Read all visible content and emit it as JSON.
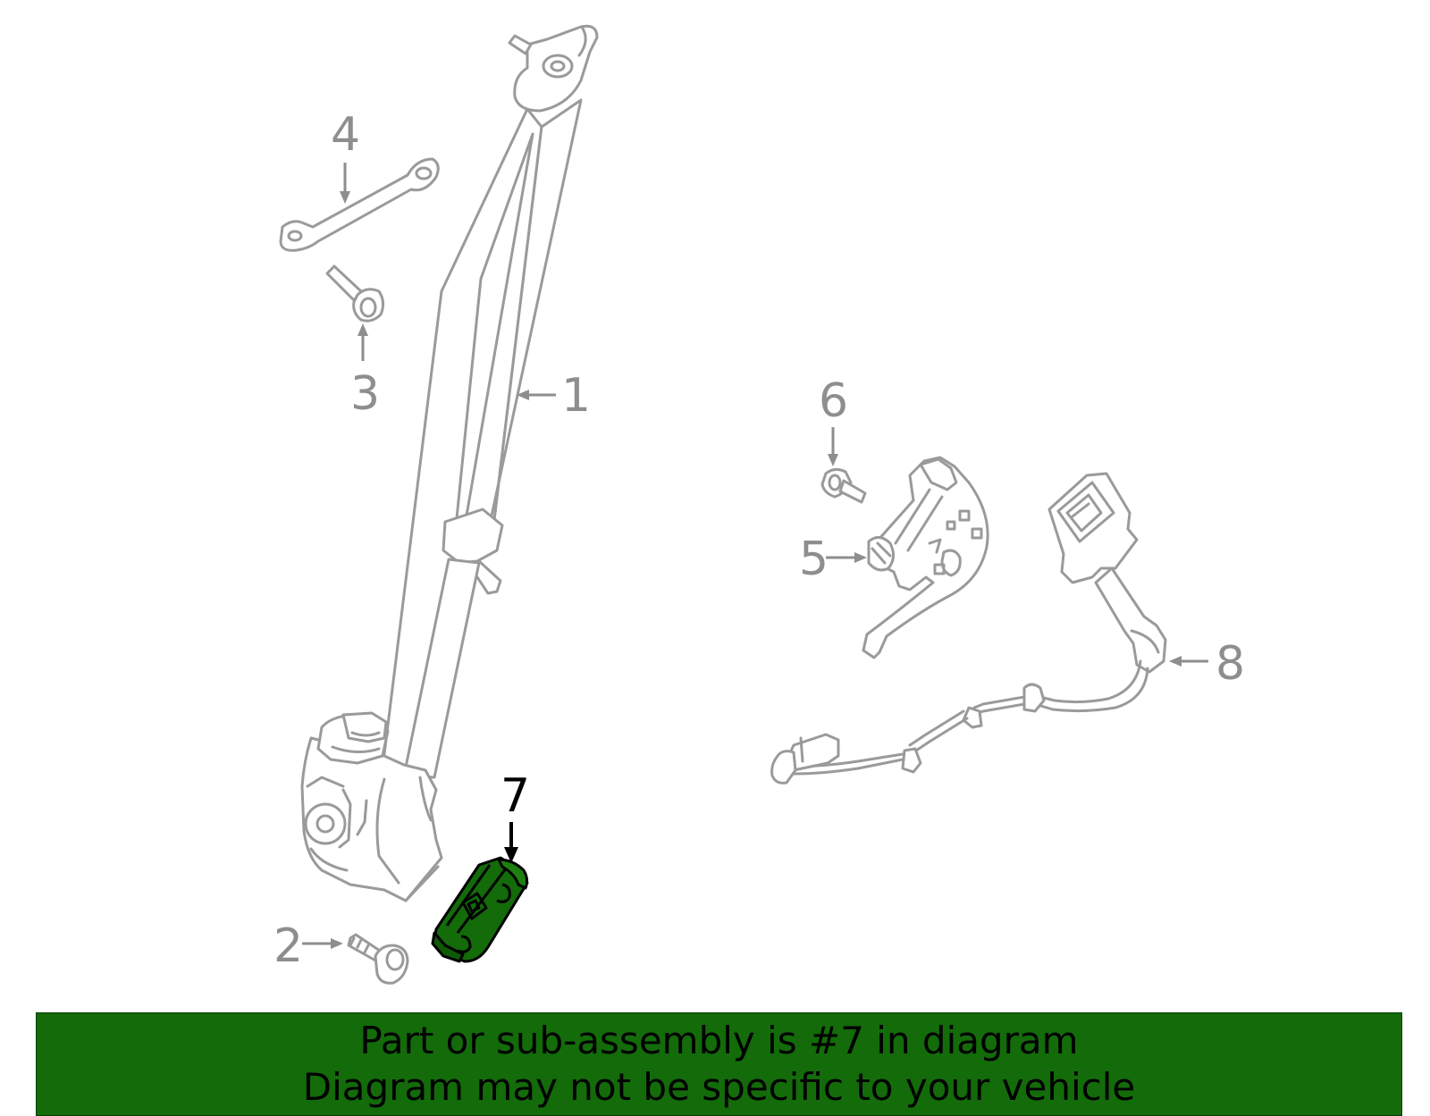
{
  "colors": {
    "part_stroke": "#9a9a9a",
    "callout_text": "#8e8e8e",
    "highlight_fill": "#136b0a",
    "banner_background": "#136b0a",
    "banner_text": "#000000"
  },
  "highlighted_part": "7",
  "callouts": [
    {
      "id": "1",
      "label": "1"
    },
    {
      "id": "2",
      "label": "2"
    },
    {
      "id": "3",
      "label": "3"
    },
    {
      "id": "4",
      "label": "4"
    },
    {
      "id": "5",
      "label": "5"
    },
    {
      "id": "6",
      "label": "6"
    },
    {
      "id": "7",
      "label": "7"
    },
    {
      "id": "8",
      "label": "8"
    }
  ],
  "banner": {
    "line1": "Part or sub-assembly is #7 in diagram",
    "line2": "Diagram may not be specific to your vehicle"
  }
}
